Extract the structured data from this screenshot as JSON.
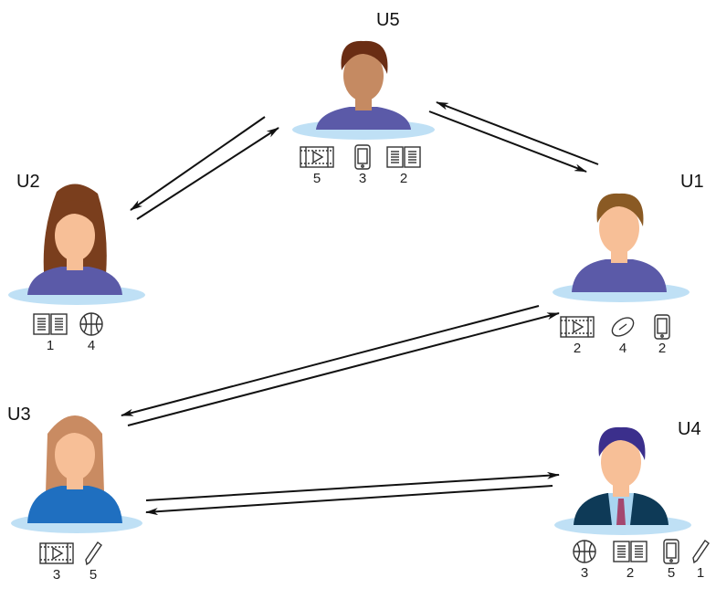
{
  "users": [
    {
      "id": "U5",
      "label": "U5",
      "style": "curly",
      "items": [
        {
          "icon": "film-icon",
          "count": "5"
        },
        {
          "icon": "tablet-icon",
          "count": "3"
        },
        {
          "icon": "book-icon",
          "count": "2"
        }
      ]
    },
    {
      "id": "U2",
      "label": "U2",
      "style": "longhair",
      "items": [
        {
          "icon": "book-icon",
          "count": "1"
        },
        {
          "icon": "basketball-icon",
          "count": "4"
        }
      ]
    },
    {
      "id": "U1",
      "label": "U1",
      "style": "short",
      "items": [
        {
          "icon": "film-icon",
          "count": "2"
        },
        {
          "icon": "football-icon",
          "count": "4"
        },
        {
          "icon": "tablet-icon",
          "count": "2"
        }
      ]
    },
    {
      "id": "U3",
      "label": "U3",
      "style": "straight",
      "items": [
        {
          "icon": "film-icon",
          "count": "3"
        },
        {
          "icon": "pencil-icon",
          "count": "5"
        }
      ]
    },
    {
      "id": "U4",
      "label": "U4",
      "style": "suit",
      "items": [
        {
          "icon": "basketball-icon",
          "count": "3"
        },
        {
          "icon": "book-icon",
          "count": "2"
        },
        {
          "icon": "tablet-icon",
          "count": "5"
        },
        {
          "icon": "pencil-icon",
          "count": "1"
        }
      ]
    }
  ],
  "edges": [
    {
      "from": "U5",
      "to": "U2"
    },
    {
      "from": "U2",
      "to": "U5"
    },
    {
      "from": "U1",
      "to": "U5"
    },
    {
      "from": "U5",
      "to": "U1"
    },
    {
      "from": "U1",
      "to": "U3"
    },
    {
      "from": "U3",
      "to": "U1"
    },
    {
      "from": "U3",
      "to": "U4"
    },
    {
      "from": "U4",
      "to": "U3"
    }
  ],
  "colors": {
    "shirt": "#5b5aa8",
    "pool": "#bfe0f5",
    "skin": "#f7bf97",
    "darkskin": "#c58a62"
  }
}
